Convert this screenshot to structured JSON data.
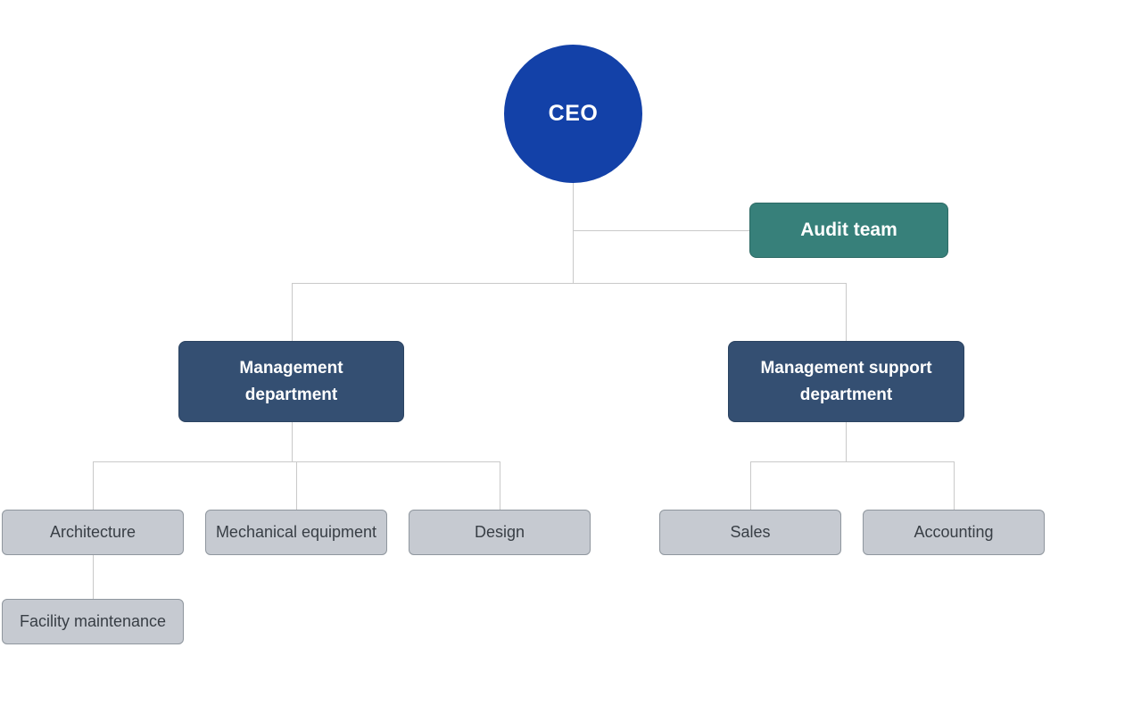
{
  "diagram": {
    "type": "org-chart",
    "nodes": {
      "ceo": {
        "label": "CEO",
        "shape": "circle",
        "fill": "#1341A8",
        "text_color": "#FFFFFF"
      },
      "audit_team": {
        "label": "Audit team",
        "shape": "rounded-rectangle",
        "fill": "#37807A",
        "text_color": "#FFFFFF"
      },
      "management": {
        "label": "Management department",
        "shape": "rounded-rectangle",
        "fill": "#344F72",
        "text_color": "#FFFFFF"
      },
      "management_support": {
        "label": "Management support department",
        "shape": "rounded-rectangle",
        "fill": "#344F72",
        "text_color": "#FFFFFF"
      },
      "architecture": {
        "label": "Architecture",
        "shape": "rounded-rectangle",
        "fill": "#C6CAD1",
        "text_color": "#383E45"
      },
      "mechanical_equipment": {
        "label": "Mechanical equipment",
        "shape": "rounded-rectangle",
        "fill": "#C6CAD1",
        "text_color": "#383E45"
      },
      "design": {
        "label": "Design",
        "shape": "rounded-rectangle",
        "fill": "#C6CAD1",
        "text_color": "#383E45"
      },
      "sales": {
        "label": "Sales",
        "shape": "rounded-rectangle",
        "fill": "#C6CAD1",
        "text_color": "#383E45"
      },
      "accounting": {
        "label": "Accounting",
        "shape": "rounded-rectangle",
        "fill": "#C6CAD1",
        "text_color": "#383E45"
      },
      "facility_maintenance": {
        "label": "Facility maintenance",
        "shape": "rounded-rectangle",
        "fill": "#C6CAD1",
        "text_color": "#383E45"
      }
    },
    "edges": [
      {
        "from": "CEO",
        "to": "Audit team"
      },
      {
        "from": "CEO",
        "to": "Management department"
      },
      {
        "from": "CEO",
        "to": "Management support department"
      },
      {
        "from": "Management department",
        "to": "Architecture"
      },
      {
        "from": "Management department",
        "to": "Mechanical equipment"
      },
      {
        "from": "Management department",
        "to": "Design"
      },
      {
        "from": "Architecture",
        "to": "Facility maintenance"
      },
      {
        "from": "Management support department",
        "to": "Sales"
      },
      {
        "from": "Management support department",
        "to": "Accounting"
      }
    ],
    "colors": {
      "background": "#FFFFFF",
      "connector_line": "#C9C9C9",
      "ceo_blue": "#1341A8",
      "audit_teal": "#37807A",
      "department_navy": "#344F72",
      "team_gray_fill": "#C6CAD1",
      "team_gray_border": "#8F969E"
    }
  }
}
